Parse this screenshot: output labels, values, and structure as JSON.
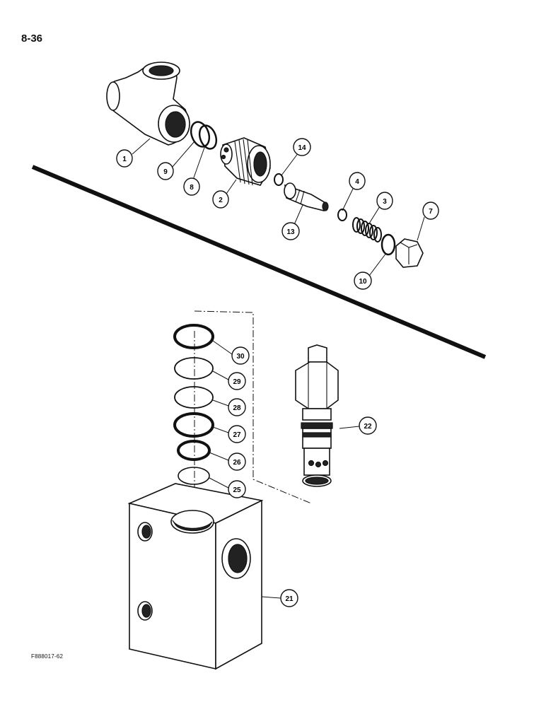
{
  "page": {
    "number": "8-36",
    "figure_code": "F888017-62"
  },
  "callouts": [
    {
      "id": "c1",
      "label": "1"
    },
    {
      "id": "c9",
      "label": "9"
    },
    {
      "id": "c8",
      "label": "8"
    },
    {
      "id": "c2",
      "label": "2"
    },
    {
      "id": "c14",
      "label": "14"
    },
    {
      "id": "c13",
      "label": "13"
    },
    {
      "id": "c4",
      "label": "4"
    },
    {
      "id": "c3",
      "label": "3"
    },
    {
      "id": "c7",
      "label": "7"
    },
    {
      "id": "c10",
      "label": "10"
    },
    {
      "id": "c30",
      "label": "30"
    },
    {
      "id": "c29",
      "label": "29"
    },
    {
      "id": "c28",
      "label": "28"
    },
    {
      "id": "c27",
      "label": "27"
    },
    {
      "id": "c26",
      "label": "26"
    },
    {
      "id": "c25",
      "label": "25"
    },
    {
      "id": "c22",
      "label": "22"
    },
    {
      "id": "c21",
      "label": "21"
    }
  ]
}
